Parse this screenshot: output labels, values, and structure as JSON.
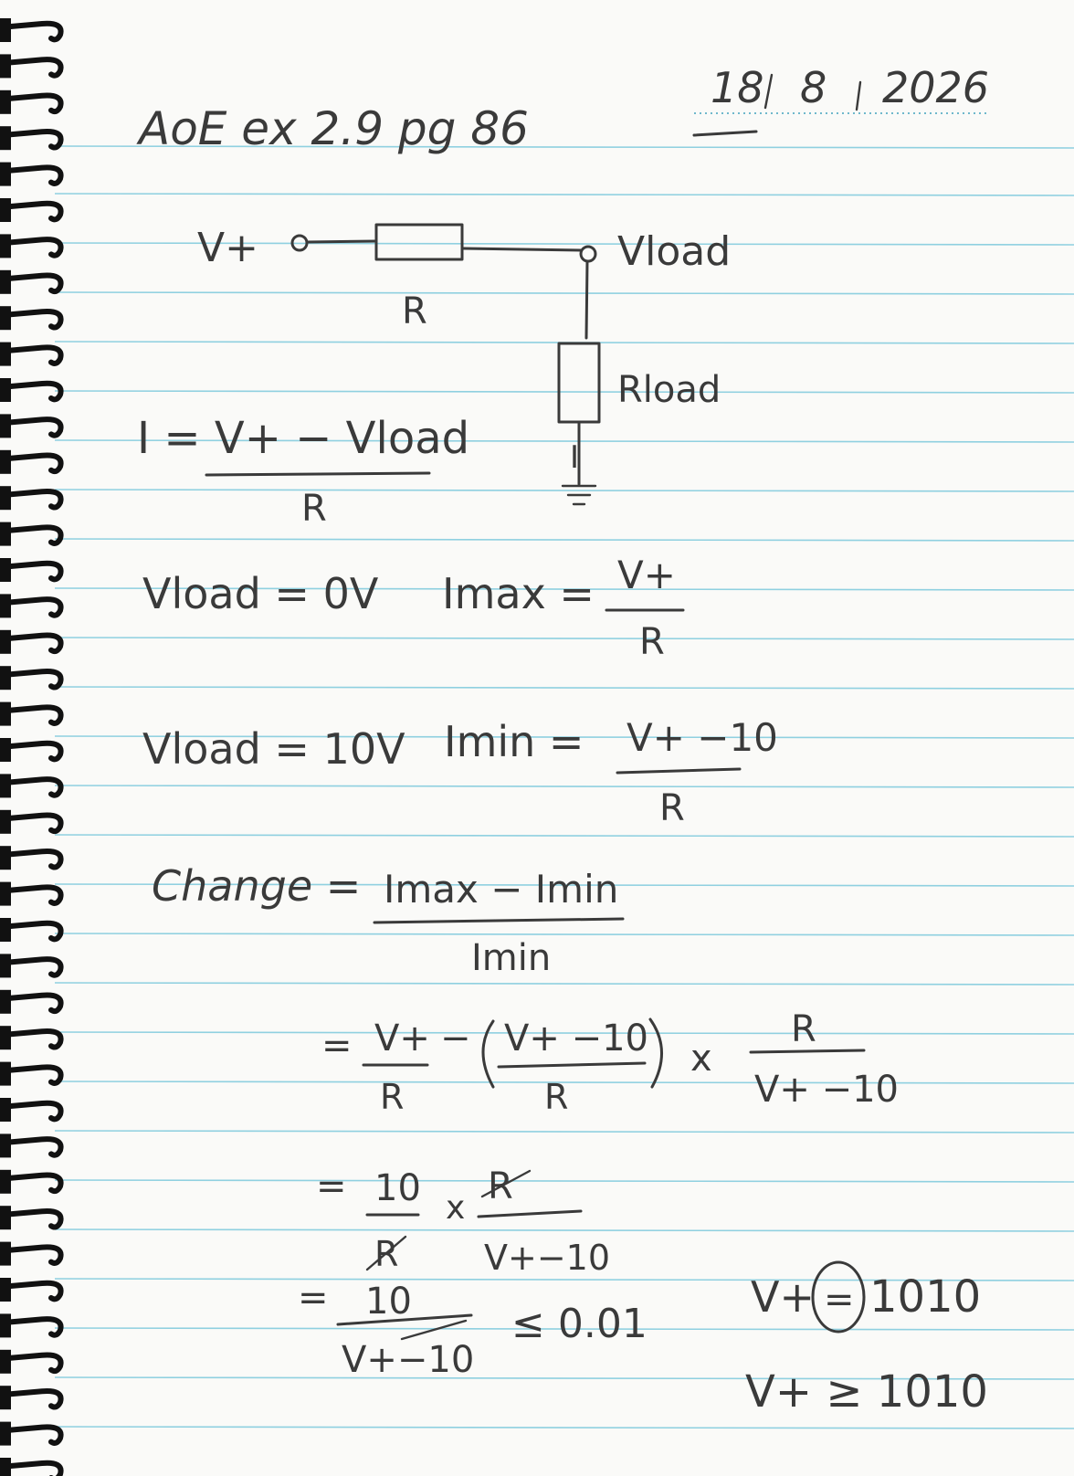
{
  "header": {
    "title": "AoE ex 2.9 pg 86",
    "date_day": "18",
    "date_month": "8",
    "date_year": "2026"
  },
  "circuit": {
    "source": "V+",
    "resistor": "R",
    "load_node": "Vload",
    "load_resistor": "Rload",
    "current": "I"
  },
  "eq1": {
    "lhs": "I = V+ − Vload",
    "den": "R"
  },
  "eq2": {
    "lhs": "Vload = 0V",
    "name": "Imax =",
    "num": "V+",
    "den": "R"
  },
  "eq3": {
    "lhs": "Vload = 10V",
    "name": "Imin =",
    "num": "V+ −10",
    "den": "R"
  },
  "eq4": {
    "lhs": "Change =",
    "num": "Imax − Imin",
    "den": "Imin"
  },
  "eq5": {
    "eq": "=",
    "t1_num": "V+",
    "t1_den": "R",
    "minus": "−",
    "t2_num": "V+ −10",
    "t2_den": "R",
    "times": "x",
    "t3_num": "R",
    "t3_den": "V+ −10"
  },
  "eq6": {
    "eq": "=",
    "t1_num": "10",
    "t1_den": "R",
    "times": "x",
    "t2_num": "R",
    "t2_den": "V+−10"
  },
  "eq7": {
    "eq": "=",
    "num": "10",
    "den": "V+−10",
    "cmp": "≤ 0.01"
  },
  "result": {
    "line1_left": "V+",
    "line1_op": "=",
    "line1_right": "1010",
    "line2": "V+ ≥ 1010"
  }
}
